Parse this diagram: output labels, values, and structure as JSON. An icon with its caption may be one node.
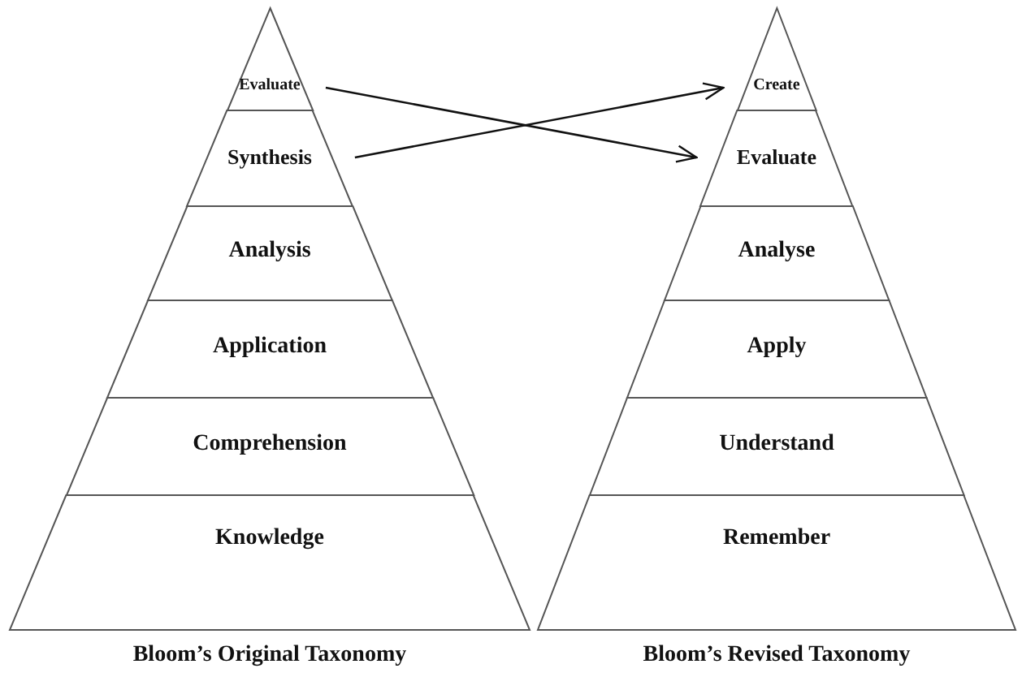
{
  "diagram": {
    "nodes": [
      {
        "text": [
          "Evaluate"
        ]
      },
      {
        "text": [
          "Synthesis"
        ]
      },
      {
        "text": [
          "Analysis"
        ]
      },
      {
        "text": [
          "Application"
        ]
      },
      {
        "text": [
          "Comprehension"
        ]
      },
      {
        "text": [
          "Knowledge"
        ]
      },
      {
        "text": [
          "Create"
        ]
      },
      {
        "text": [
          "Evaluate"
        ]
      },
      {
        "text": [
          "Analyse"
        ]
      },
      {
        "text": [
          "Apply"
        ]
      },
      {
        "text": [
          "Understand"
        ]
      },
      {
        "text": [
          "Remember"
        ]
      }
    ],
    "edges": [
      {
        "from": 0,
        "to": 7,
        "arrow": "to"
      },
      {
        "from": 1,
        "to": 6,
        "arrow": "to"
      }
    ],
    "labels": [
      "Bloom’s Original Taxonomy",
      "Bloom’s Revised Taxonomy"
    ]
  }
}
